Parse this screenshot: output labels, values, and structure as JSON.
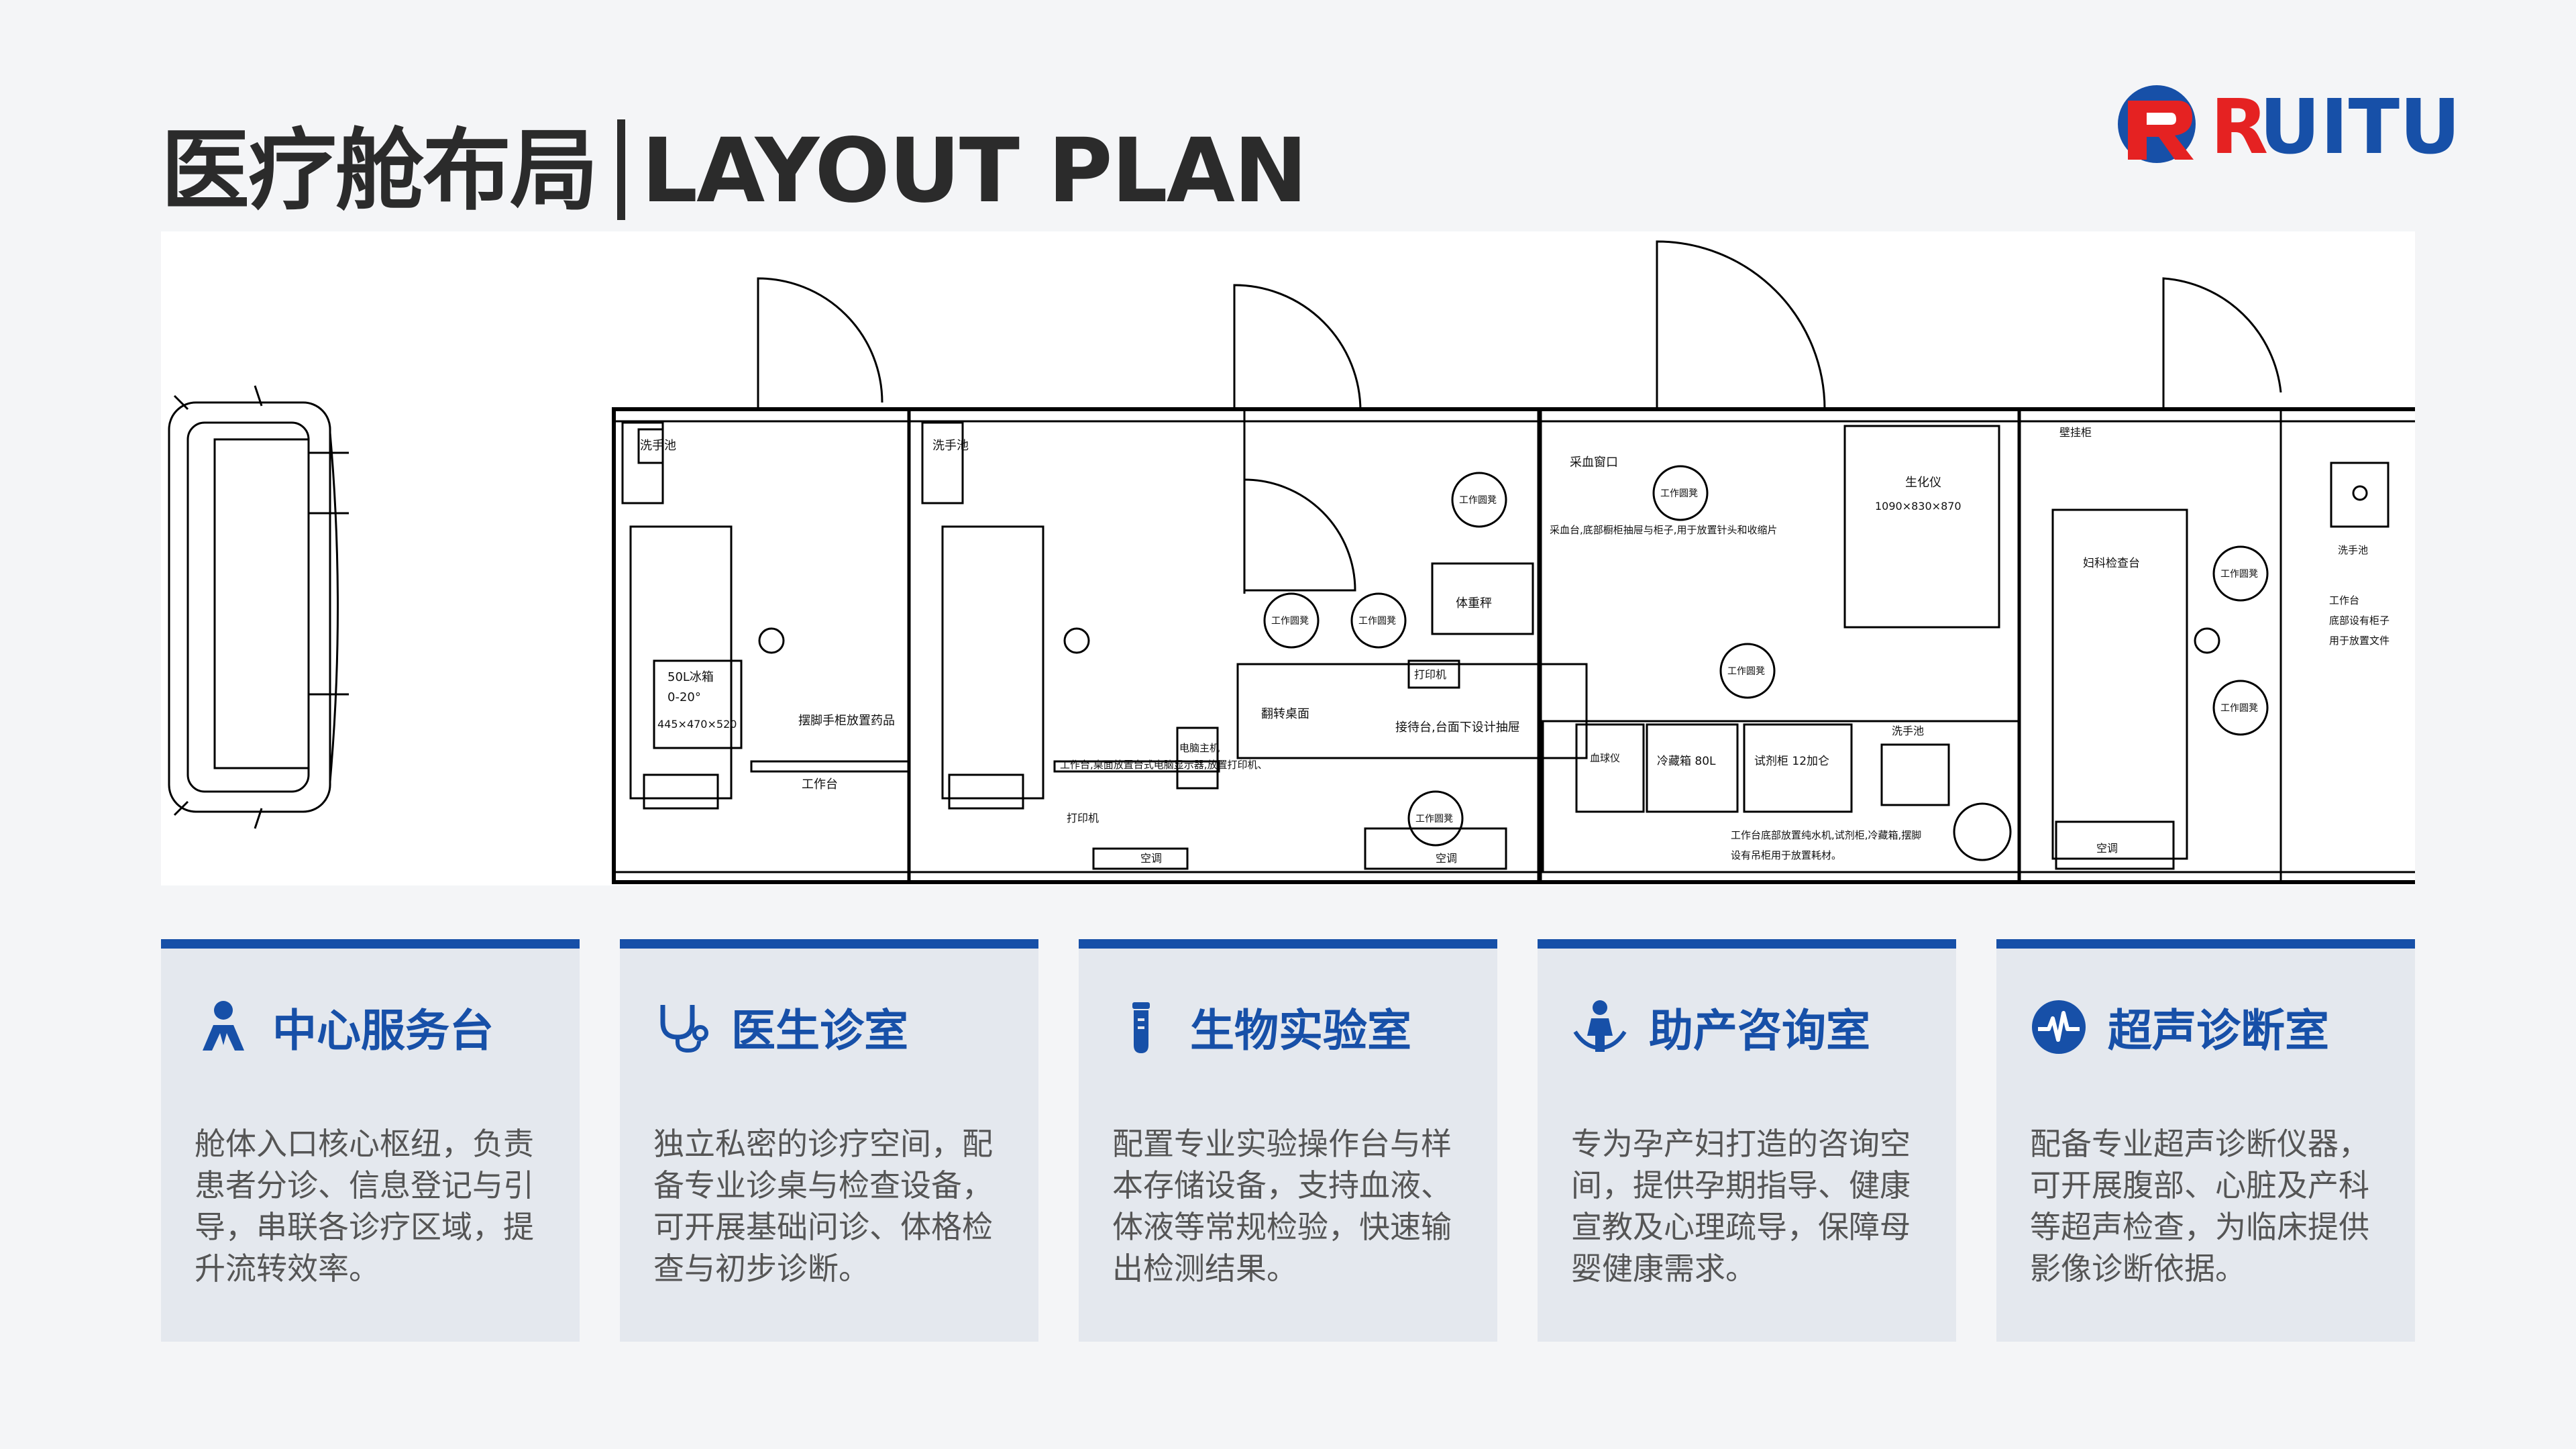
{
  "header": {
    "title_cn": "医疗舱布局",
    "title_en": "LAYOUT PLAN"
  },
  "logo": {
    "text": "RUITU",
    "colors": {
      "red": "#e52222",
      "blue": "#1750a8"
    }
  },
  "plan_labels": {
    "sink": "洗手池",
    "fridge": "50L冰箱",
    "fridge_temp": "0-20°",
    "fridge_size": "445×470×520",
    "work_table": "工作台",
    "reagent": "摆脚手柜放置药品",
    "desk_note": "工作台,桌面放置台式电脑显示器,放置打印机、",
    "host": "电脑主机",
    "printer": "打印机",
    "printer2": "打印机",
    "ac": "空调",
    "stool": "工作圆凳",
    "scale": "体重秤",
    "tray": "翻转桌面",
    "reception": "接待台,台面下设计抽屉",
    "sample_window": "采血窗口",
    "blood_table": "采血台,底部橱柜抽屉与柜子,用于放置针头和收缩片",
    "analyzer": "生化仪",
    "analyzer_size": "1090×830×870",
    "blood_cabinet": "血球仪",
    "fridge80": "冷藏箱 80L",
    "reagent_cab": "试剂柜 12加仑",
    "lab_note1": "工作台底部放置纯水机,试剂柜,冷藏箱,摆脚",
    "lab_note2": "设有吊柜用于放置耗材。",
    "exam_bed": "妇科检查台",
    "wall_cab": "壁挂柜",
    "desk_note2": "工作台",
    "desk_note3": "底部设有柜子",
    "desk_note4": "用于放置文件"
  },
  "sections": [
    {
      "icon": "person-desk-icon",
      "title": "中心服务台",
      "desc": "舱体入口核心枢纽，负责患者分诊、信息登记与引导，串联各诊疗区域，提升流转效率。"
    },
    {
      "icon": "stethoscope-icon",
      "title": "医生诊室",
      "desc": "独立私密的诊疗空间，配备专业诊桌与检查设备，可开展基础问诊、体格检查与初步诊断。"
    },
    {
      "icon": "test-tube-icon",
      "title": "生物实验室",
      "desc": "配置专业实验操作台与样本存储设备，支持血液、体液等常规检验，快速输出检测结果。"
    },
    {
      "icon": "pregnant-care-icon",
      "title": "助产咨询室",
      "desc": "专为孕产妇打造的咨询空间，提供孕期指导、健康宣教及心理疏导，保障母婴健康需求。"
    },
    {
      "icon": "ultrasound-wave-icon",
      "title": "超声诊断室",
      "desc": "配备专业超声诊断仪器，可开展腹部、心脏及产科等超声检查，为临床提供影像诊断依据。"
    }
  ],
  "colors": {
    "accent": "#1750a8",
    "card_bg": "#e4e8ee",
    "page_bg": "#f4f5f7"
  }
}
